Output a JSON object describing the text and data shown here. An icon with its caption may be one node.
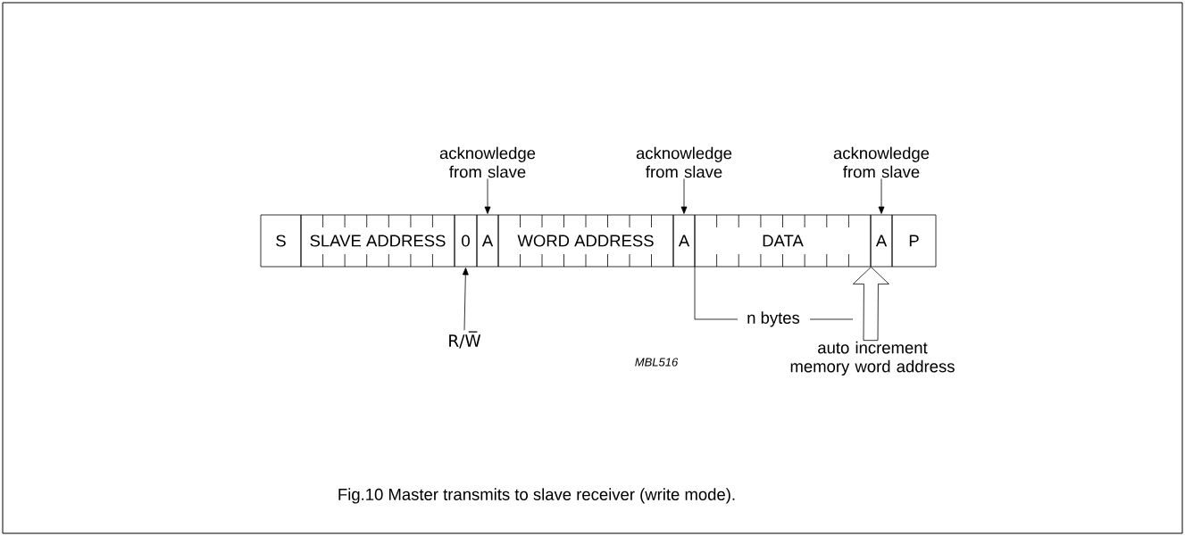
{
  "diagram": {
    "caption": "Fig.10 Master transmits to slave receiver (write mode).",
    "nodes": [
      {
        "text": [
          "S"
        ]
      },
      {
        "text": [
          "SLAVE ADDRESS"
        ]
      },
      {
        "text": [
          "0"
        ]
      },
      {
        "text": [
          "A"
        ]
      },
      {
        "text": [
          "WORD ADDRESS"
        ]
      },
      {
        "text": [
          "A"
        ]
      },
      {
        "text": [
          "DATA"
        ]
      },
      {
        "text": [
          "A"
        ]
      },
      {
        "text": [
          "P"
        ]
      },
      {
        "text": [
          "acknowledge from slave"
        ]
      },
      {
        "text": [
          "acknowledge from slave"
        ]
      },
      {
        "text": [
          "acknowledge from slave"
        ]
      },
      {
        "text": [
          "R/W̅"
        ]
      },
      {
        "text": [
          "auto increment memory word address"
        ]
      }
    ],
    "edges": [
      {
        "from": 9,
        "to": 3,
        "arrow": "to"
      },
      {
        "from": 10,
        "to": 5,
        "arrow": "to"
      },
      {
        "from": 11,
        "to": 7,
        "arrow": "to"
      },
      {
        "from": 12,
        "to": 2,
        "arrow": "to"
      },
      {
        "from": 13,
        "to": 6,
        "arrow": "to",
        "style": "thick"
      }
    ],
    "labels": [
      "n bytes",
      "MBL516"
    ]
  }
}
